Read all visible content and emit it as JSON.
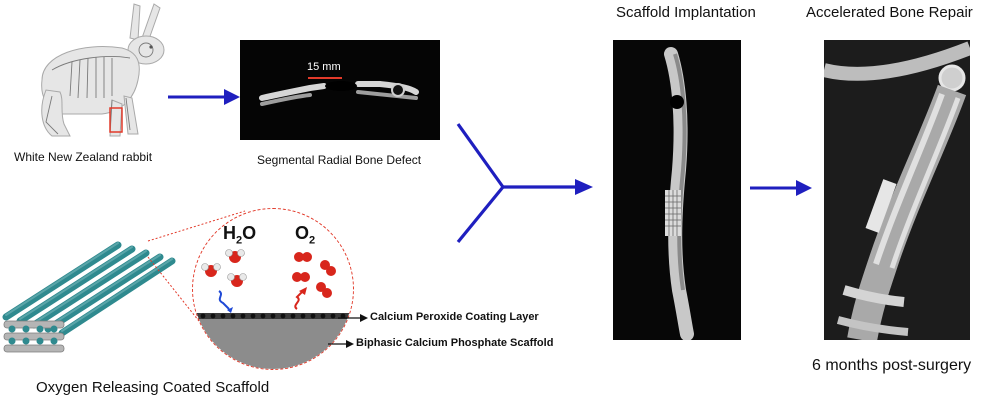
{
  "labels": {
    "rabbit": "White New Zealand rabbit",
    "defect": "Segmental Radial Bone Defect",
    "implantation": "Scaffold Implantation",
    "repair": "Accelerated Bone Repair",
    "scaffold": "Oxygen Releasing Coated Scaffold",
    "timepoint": "6 months post-surgery",
    "water": "H",
    "water_sub": "2",
    "water_end": "O",
    "oxygen": "O",
    "oxygen_sub": "2",
    "coating": "Calcium Peroxide Coating Layer",
    "bcp": "Biphasic Calcium Phosphate Scaffold",
    "defect_length": "15 mm"
  },
  "colors": {
    "arrow": "#1f1fbf",
    "scaffold_rod": "#2f8a8f",
    "zoom_circle": "#e23a2a",
    "oxygen_red": "#d8261c",
    "water_blue": "#1f49d6",
    "coating_dot": "#1a1a1a",
    "base_gray": "#8c8c8c"
  }
}
